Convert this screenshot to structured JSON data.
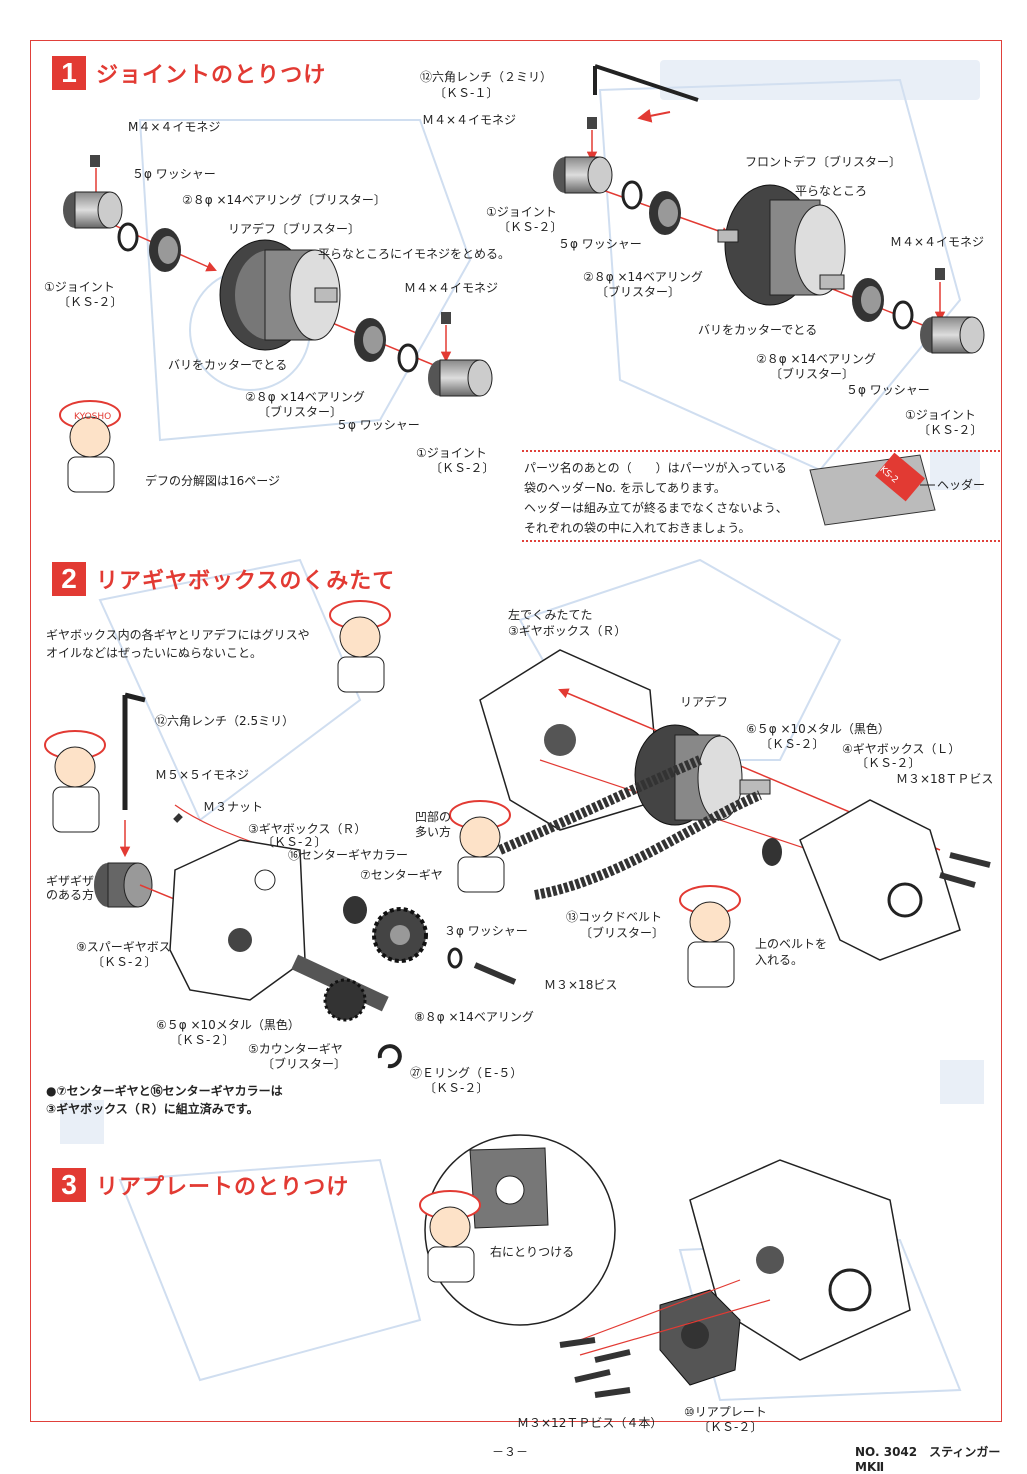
{
  "sections": [
    {
      "num": "1",
      "title": "ジョイントのとりつけ"
    },
    {
      "num": "2",
      "title": "リアギヤボックスのくみたて"
    },
    {
      "num": "3",
      "title": "リアプレートのとりつけ"
    }
  ],
  "s1": {
    "left": {
      "set_screw": "M４×４イモネジ",
      "washer_top": "５φ ワッシャー",
      "bearing_top": "②８φ ×14ベアリング〔ブリスター〕",
      "rear_diff": "リアデフ〔ブリスター〕",
      "flat_note": "平らなところにイモネジをとめる。",
      "joint_left_1": "①ジョイント",
      "joint_left_2": "〔ＫＳ-２〕",
      "burr": "バリをカッターでとる",
      "set_screw_2": "Ｍ４×４イモネジ",
      "bearing_bottom_1": "②８φ ×14ベアリング",
      "bearing_bottom_2": "〔ブリスター〕",
      "washer_bottom": "５φ ワッシャー",
      "joint_bottom_1": "①ジョイント",
      "joint_bottom_2": "〔ＫＳ-２〕",
      "diff_page": "デフの分解図は16ページ"
    },
    "right": {
      "wrench_1": "⑫六角レンチ（２ミリ）",
      "wrench_2": "〔ＫＳ-１〕",
      "set_screw": "Ｍ４×４イモネジ",
      "joint_1": "①ジョイント",
      "joint_2": "〔ＫＳ-２〕",
      "washer": "５φ ワッシャー",
      "front_diff": "フロントデフ〔ブリスター〕",
      "flat": "平らなところ",
      "set_screw_2": "Ｍ４×４イモネジ",
      "bearing_1": "②８φ ×14ベアリング",
      "bearing_2": "〔ブリスター〕",
      "burr": "バリをカッターでとる",
      "bearing_b1": "②８φ ×14ベアリング",
      "bearing_b2": "〔ブリスター〕",
      "washer_b": "５φ ワッシャー",
      "joint_b1": "①ジョイント",
      "joint_b2": "〔ＫＳ-２〕"
    },
    "header_note": {
      "line1": "パーツ名のあとの（　　）はパーツが入っている",
      "line2": "袋のヘッダーNo. を示してあります。",
      "line3": "ヘッダーは組み立てが終るまでなくさないよう、",
      "line4": "それぞれの袋の中に入れておきましょう。",
      "header_label": "ヘッダー",
      "bag_tag": "KS-2"
    }
  },
  "s2": {
    "warning_1": "ギヤボックス内の各ギヤとリアデフにはグリスや",
    "warning_2": "オイルなどはぜったいにぬらないこと。",
    "wrench": "⑫六角レンチ（2.5ミリ）",
    "set_screw": "Ｍ５×５イモネジ",
    "nut": "Ｍ３ナット",
    "gearbox_r_1": "③ギヤボックス（Ｒ）",
    "gearbox_r_2": "〔ＫＳ-２〕",
    "center_collar": "⑯センターギヤカラー",
    "center_gear": "⑦センターギヤ",
    "serrated_1": "ギザギザ",
    "serrated_2": "のある方",
    "spur_boss_1": "⑨スパーギヤボス",
    "spur_boss_2": "〔ＫＳ-２〕",
    "washer3": "３φ ワッシャー",
    "screw_m3x18": "Ｍ３×18ビス",
    "bearing": "⑧８φ ×14ベアリング",
    "metal_1": "⑥５φ ×10メタル（黒色）",
    "metal_2": "〔ＫＳ-２〕",
    "counter_1": "⑤カウンターギヤ",
    "counter_2": "〔ブリスター〕",
    "eclip_1": "㉗Ｅリング（Ｅ-５）",
    "eclip_2": "〔ＫＳ-２〕",
    "concave_1": "凹部の",
    "concave_2": "多い方",
    "note_1": "●⑦センターギヤと⑯センターギヤカラーは",
    "note_2": "③ギヤボックス（Ｒ）に組立済みです。",
    "left_assembly_1": "左でくみたてた",
    "left_assembly_2": "③ギヤボックス（Ｒ）",
    "rear_diff": "リアデフ",
    "metal_r1": "⑥５φ ×10メタル（黒色）",
    "metal_r2": "〔ＫＳ-２〕",
    "gearbox_l_1": "④ギヤボックス（Ｌ）",
    "gearbox_l_2": "〔ＫＳ-２〕",
    "tp_screw": "Ｍ３×18ＴＰビス",
    "belt_1": "⑬コックドベルト",
    "belt_2": "〔ブリスター〕",
    "belt_note_1": "上のベルトを",
    "belt_note_2": "入れる。"
  },
  "s3": {
    "right_attach": "右にとりつける",
    "plate_1": "⑩リアプレート",
    "plate_2": "〔ＫＳ-２〕",
    "tp_screws": "Ｍ３×12ＴＰビス（４本）"
  },
  "mascot_cap": "KYOSHO",
  "footer": {
    "page": "－３－",
    "model": "NO. 3042　スティンガーMKⅡ"
  },
  "colors": {
    "accent": "#e23a33",
    "ghost": "#b7cde6",
    "ink": "#222222"
  }
}
